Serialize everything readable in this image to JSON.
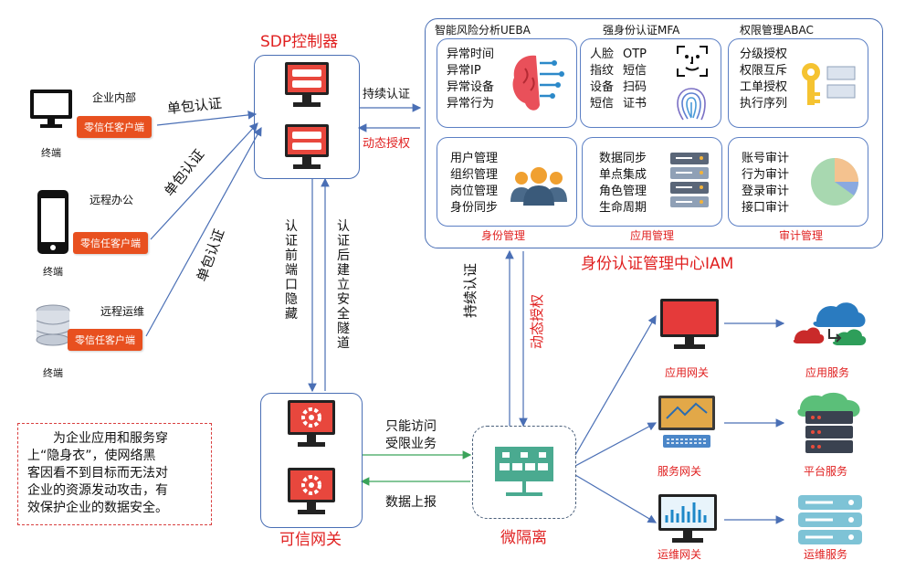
{
  "terminals": [
    {
      "tag": "企业内部",
      "badge": "零信任客户端",
      "label": "终端",
      "icon": "monitor-icon"
    },
    {
      "tag": "远程办公",
      "badge": "零信任客户端",
      "label": "终端",
      "icon": "phone-icon"
    },
    {
      "tag": "远程运维",
      "badge": "零信任客户端",
      "label": "终端",
      "icon": "database-icon"
    }
  ],
  "auth_labels": [
    "单包认证",
    "单包认证",
    "单包认证"
  ],
  "sdp": {
    "title": "SDP控制器"
  },
  "gateway": {
    "title": "可信网关"
  },
  "sdp_to_iam": {
    "continuous": "持续认证",
    "dynamic": "动态授权"
  },
  "vertical_left": "认证前端口隐藏",
  "vertical_right": "认证后建立安全隧道",
  "iam": {
    "title": "身份认证管理中心IAM",
    "ueba": {
      "title": "智能风险分析UEBA",
      "items": [
        "异常时间",
        "异常IP",
        "异常设备",
        "异常行为"
      ]
    },
    "mfa": {
      "title": "强身份认证MFA",
      "col1": [
        "人脸",
        "指纹",
        "设备",
        "短信"
      ],
      "col2": [
        "OTP",
        "短信",
        "扫码",
        "证书"
      ]
    },
    "abac": {
      "title": "权限管理ABAC",
      "items": [
        "分级授权",
        "权限互斥",
        "工单授权",
        "执行序列"
      ]
    },
    "identity": {
      "title": "身份管理",
      "items": [
        "用户管理",
        "组织管理",
        "岗位管理",
        "身份同步"
      ]
    },
    "app": {
      "title": "应用管理",
      "items": [
        "数据同步",
        "单点集成",
        "角色管理",
        "生命周期"
      ]
    },
    "audit": {
      "title": "审计管理",
      "items": [
        "账号审计",
        "行为审计",
        "登录审计",
        "接口审计"
      ]
    }
  },
  "micro": {
    "title": "微隔离",
    "continuous": "持续认证",
    "dynamic": "动态授权"
  },
  "gw_flow": {
    "to_micro": [
      "只能访问",
      "受限业务"
    ],
    "from_micro": "数据上报"
  },
  "gateways": [
    {
      "label": "应用网关",
      "service": "应用服务"
    },
    {
      "label": "服务网关",
      "service": "平台服务"
    },
    {
      "label": "运维网关",
      "service": "运维服务"
    }
  ],
  "note": {
    "lines": [
      "为企业应用和服务穿",
      "上“隐身衣”，使网络黑",
      "客因看不到目标而无法对",
      "企业的资源发动攻击，有",
      "效保护企业的数据安全。"
    ]
  },
  "colors": {
    "brand_red": "#e02020",
    "line_blue": "#4a6fb5",
    "badge_orange": "#e8501f",
    "arrow_green": "#3aa35a"
  }
}
